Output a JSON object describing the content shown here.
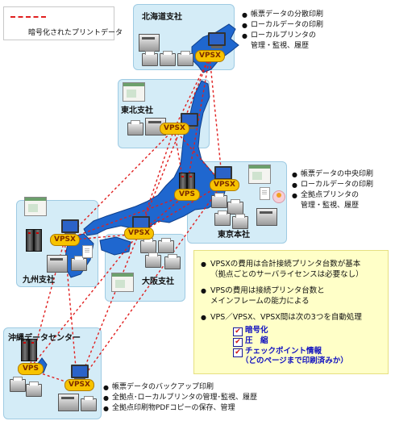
{
  "legend": {
    "label": "暗号化されたプリントデータ",
    "line_color": "#e02020"
  },
  "colors": {
    "map_fill": "#1f67cf",
    "region_fill": "#d4ecf7",
    "badge_fill": "#f7c300",
    "info_fill": "#ffffc8",
    "link_color": "#e02020"
  },
  "regions": {
    "hokkaido": {
      "label": "北海道支社",
      "badge": "VPSX"
    },
    "tohoku": {
      "label": "東北支社",
      "badge": "VPSX"
    },
    "tokyo": {
      "label": "東京本社",
      "badge_vps": "VPS",
      "badge_vpsx": "VPSX"
    },
    "kyushu": {
      "label": "九州支社",
      "badge": "VPSX"
    },
    "osaka": {
      "label": "大阪支社",
      "badge": "VPSX"
    },
    "okinawa": {
      "label": "沖縄データセンター",
      "badge_vps": "VPS",
      "badge_vpsx": "VPSX"
    }
  },
  "notes": {
    "hokkaido": [
      "帳票データの分散印刷",
      "ローカルデータの印刷",
      "ローカルプリンタの",
      "管理・監視、履歴"
    ],
    "tokyo": [
      "帳票データの中央印刷",
      "ローカルデータの印刷",
      "全拠点プリンタの",
      "管理・監視、履歴"
    ],
    "okinawa": [
      "帳票データのバックアップ印刷",
      "全拠点･ローカルプリンタの管理･監視、履歴",
      "全拠点印刷物PDFコピーの保存、管理"
    ]
  },
  "info": {
    "items": [
      "VPSXの費用は合計接続プリンタ台数が基本",
      "（拠点ごとのサーバライセンスは必要なし）",
      "VPSの費用は接続プリンタ台数と",
      "メインフレームの能力による",
      "VPS／VPSX、VPSX間は次の3つを自動処理"
    ],
    "checks": [
      "暗号化",
      "圧　縮",
      "チェックポイント情報"
    ],
    "checks_sub": "（どのページまで印刷済みか）",
    "check_mark": "✔"
  }
}
